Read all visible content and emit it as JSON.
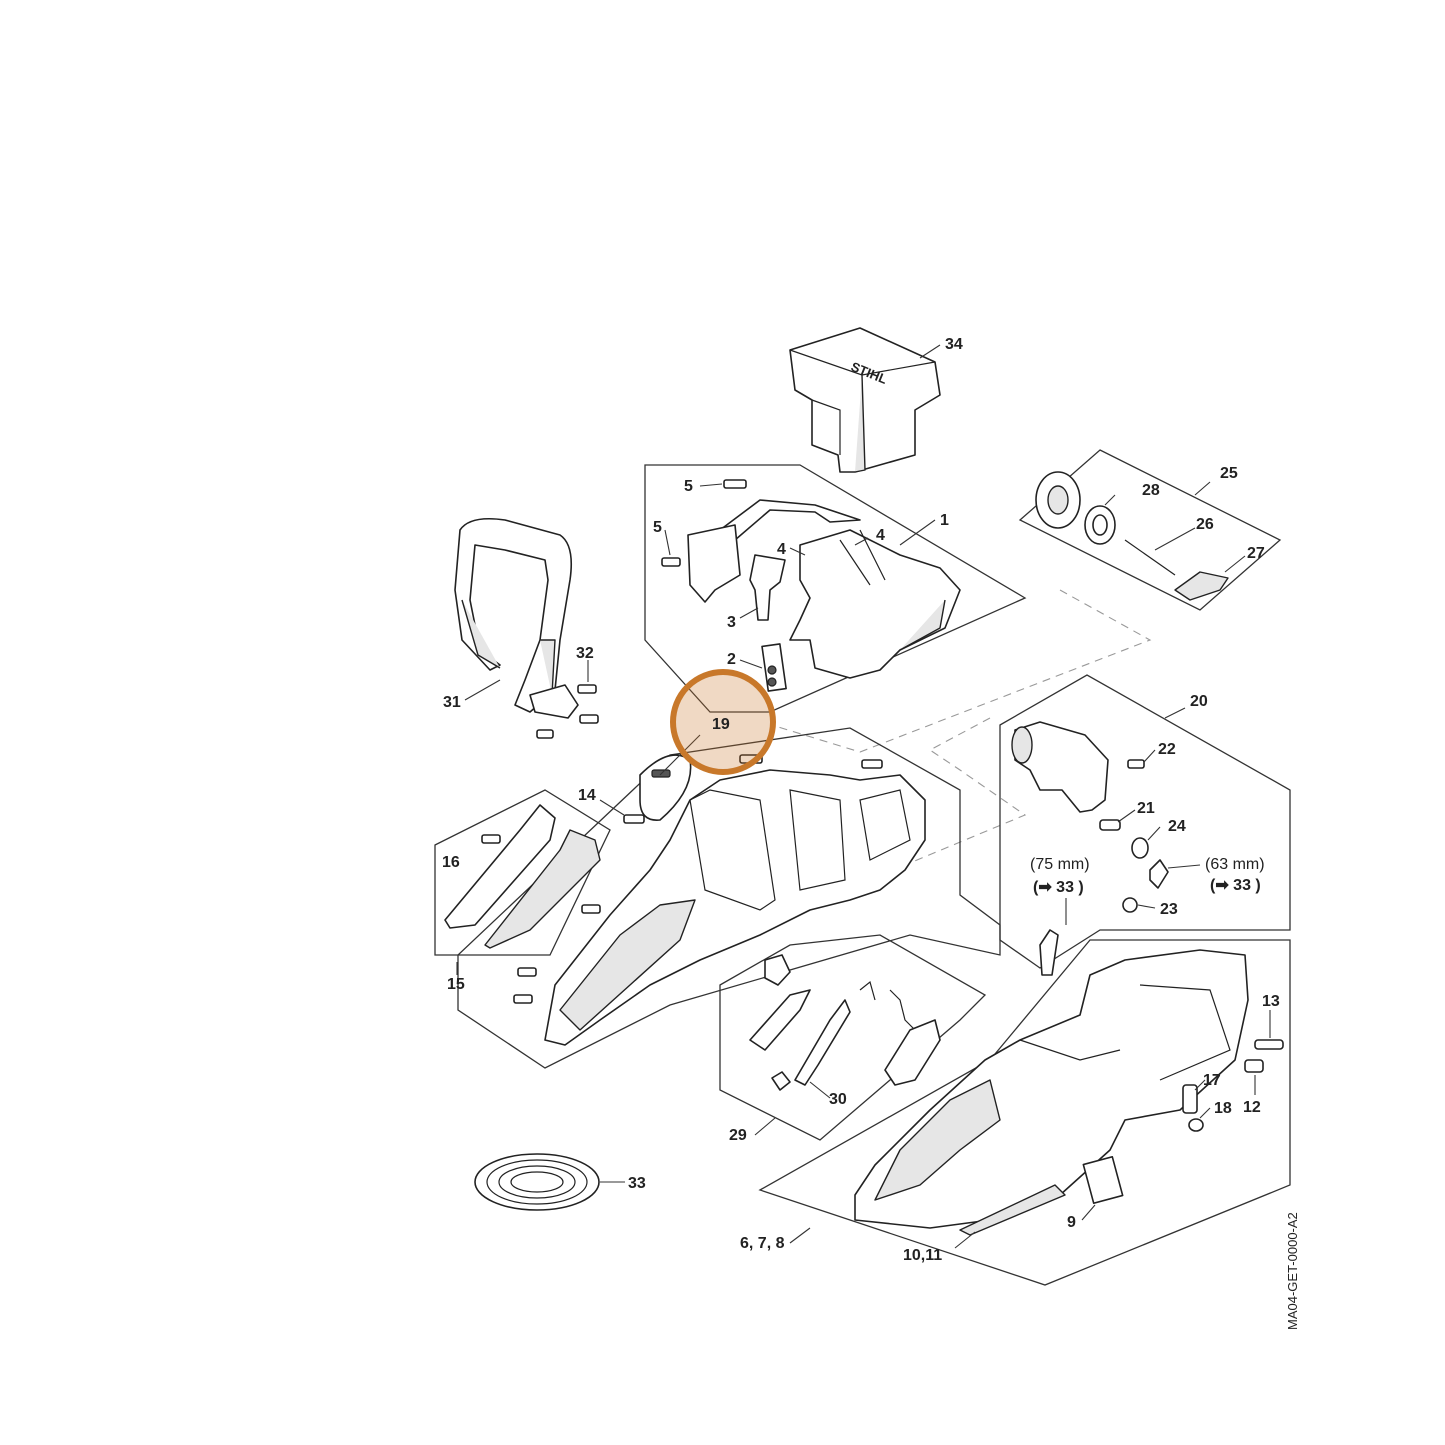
{
  "diagram_id": "MA04-GET-0000-A2",
  "highlight": {
    "label": "19",
    "color": "#c8782a"
  },
  "labels": {
    "p1": "1",
    "p2": "2",
    "p3": "3",
    "p4a": "4",
    "p4b": "4",
    "p5a": "5",
    "p5b": "5",
    "p6_7_8": "6, 7, 8",
    "p9": "9",
    "p10_11": "10,11",
    "p12": "12",
    "p13": "13",
    "p14": "14",
    "p15": "15",
    "p16": "16",
    "p17": "17",
    "p18": "18",
    "p19": "19",
    "p20": "20",
    "p21": "21",
    "p22": "22",
    "p23": "23",
    "p24": "24",
    "p25": "25",
    "p26": "26",
    "p27": "27",
    "p28": "28",
    "p29": "29",
    "p30": "30",
    "p31": "31",
    "p32": "32",
    "p33": "33",
    "p34": "34"
  },
  "hose_notes": {
    "left": {
      "size": "(75 mm)",
      "ref": "(➡ 33 )"
    },
    "right": {
      "size": "(63 mm)",
      "ref": "(➡ 33 )"
    }
  }
}
